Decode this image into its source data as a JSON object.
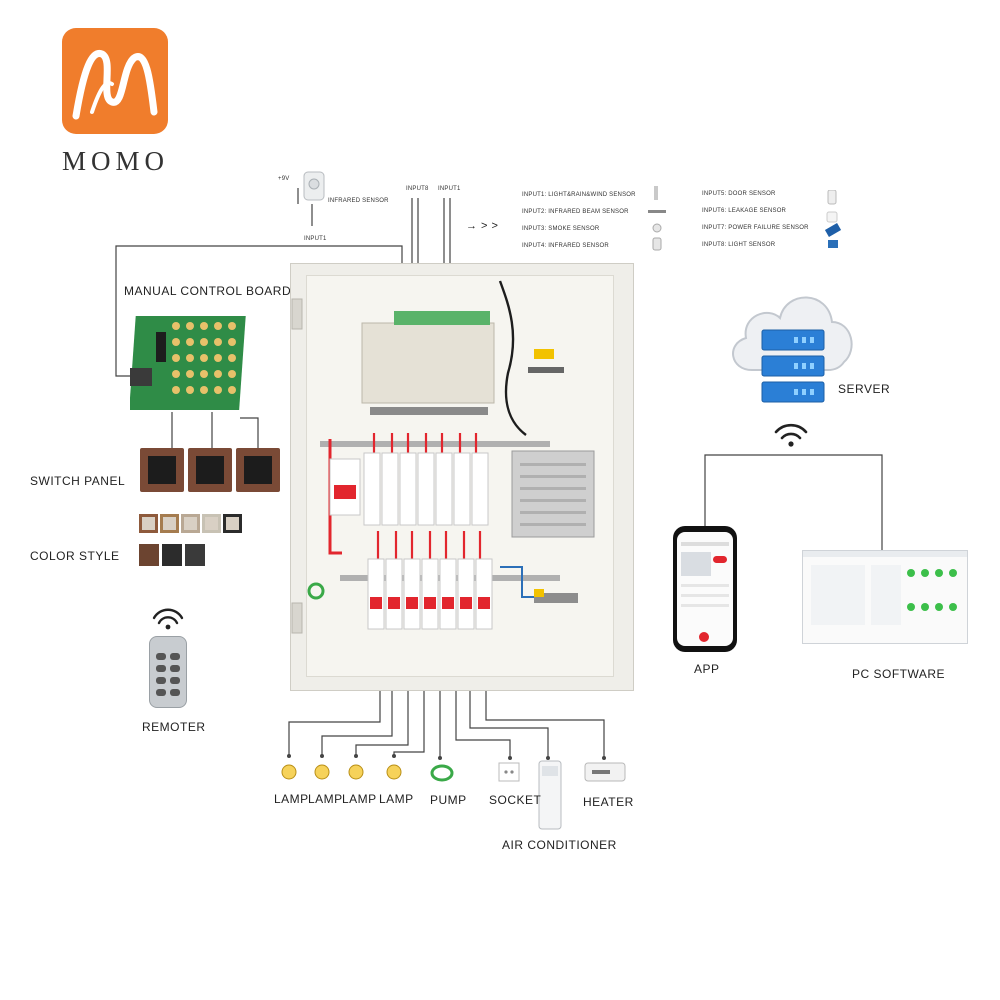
{
  "brand": {
    "name": "MOMO",
    "color": "#f07d2c"
  },
  "sensor": {
    "power": "+9V",
    "label": "INFRARED SENSOR",
    "input": "INPUT1"
  },
  "inputs_header": {
    "a": "INPUT8",
    "b": "INPUT1"
  },
  "arrow": "→ > >",
  "sensor_list": [
    "INPUT1:   LIGHT&RAIN&WIND SENSOR",
    "INPUT2:   INFRARED BEAM SENSOR",
    "INPUT3:   SMOKE SENSOR",
    "INPUT4:   INFRARED SENSOR",
    "INPUT5:   DOOR SENSOR",
    "INPUT6:   LEAKAGE SENSOR",
    "INPUT7:   POWER FAILURE SENSOR",
    "INPUT8:   LIGHT SENSOR"
  ],
  "labels": {
    "manual_control_board": "MANUAL CONTROL BOARD",
    "switch_panel": "SWITCH PANEL",
    "color_style": "COLOR  STYLE",
    "remoter": "REMOTER",
    "server": "SERVER",
    "app": "APP",
    "pc_software": "PC SOFTWARE"
  },
  "loads": [
    "LAMP",
    "LAMP",
    "LAMP",
    "LAMP",
    "PUMP",
    "SOCKET",
    "HEATER"
  ],
  "air_conditioner": "AIR CONDITIONER",
  "colors": {
    "wire": "#444444",
    "breaker_red": "#e2262e",
    "cloud": "#eef0f3",
    "server_blue": "#2b7fd6",
    "status_green": "#3cbf4a"
  }
}
